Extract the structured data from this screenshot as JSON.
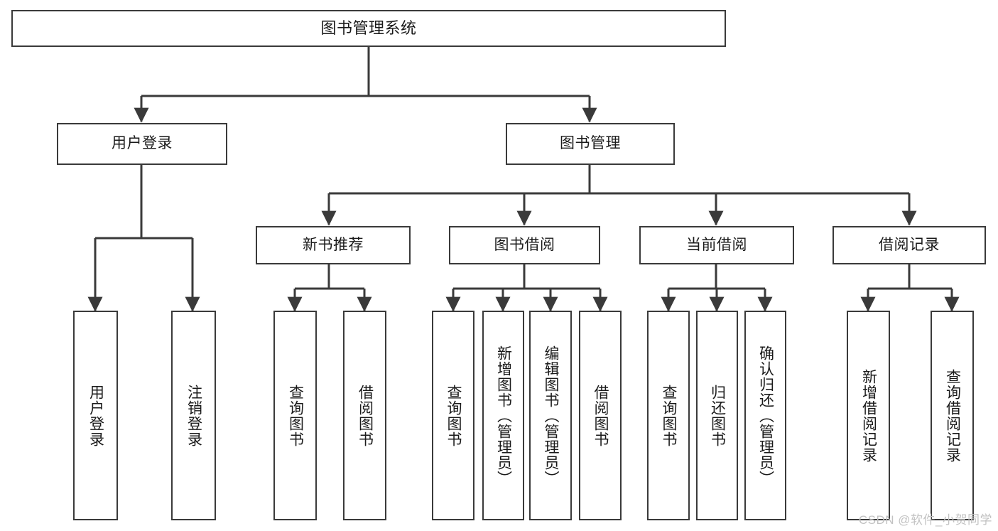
{
  "diagram": {
    "title": "图书管理系统",
    "type": "tree",
    "style": {
      "box_border_color": "#3a3a3a",
      "box_fill_color": "#ffffff",
      "line_color": "#3a3a3a",
      "text_color": "#1a1a1a",
      "background": "#ffffff",
      "watermark_color": "#c2c2c2"
    },
    "nodes": {
      "root": {
        "label": "图书管理系统"
      },
      "level2": [
        {
          "id": "user-login",
          "label": "用户登录"
        },
        {
          "id": "book-manage",
          "label": "图书管理"
        }
      ],
      "level3": [
        {
          "id": "new-book-recommend",
          "label": "新书推荐"
        },
        {
          "id": "book-borrow",
          "label": "图书借阅"
        },
        {
          "id": "current-borrow",
          "label": "当前借阅"
        },
        {
          "id": "borrow-record",
          "label": "借阅记录"
        }
      ],
      "leaves": [
        {
          "id": "leaf-user-login",
          "label": "用户登录",
          "parent": "user-login"
        },
        {
          "id": "leaf-user-logout",
          "label": "注销登录",
          "parent": "user-login"
        },
        {
          "id": "leaf-query-book-1",
          "label": "查询图书",
          "parent": "new-book-recommend"
        },
        {
          "id": "leaf-borrow-book-1",
          "label": "借阅图书",
          "parent": "new-book-recommend"
        },
        {
          "id": "leaf-query-book-2",
          "label": "查询图书",
          "parent": "book-borrow"
        },
        {
          "id": "leaf-add-book",
          "label": "新增图书（管理员）",
          "parent": "book-borrow"
        },
        {
          "id": "leaf-edit-book",
          "label": "编辑图书（管理员）",
          "parent": "book-borrow"
        },
        {
          "id": "leaf-borrow-book-2",
          "label": "借阅图书",
          "parent": "book-borrow"
        },
        {
          "id": "leaf-query-book-3",
          "label": "查询图书",
          "parent": "current-borrow"
        },
        {
          "id": "leaf-return-book",
          "label": "归还图书",
          "parent": "current-borrow"
        },
        {
          "id": "leaf-confirm-return",
          "label": "确认归还（管理员）",
          "parent": "current-borrow"
        },
        {
          "id": "leaf-add-record",
          "label": "新增借阅记录",
          "parent": "borrow-record"
        },
        {
          "id": "leaf-query-record",
          "label": "查询借阅记录",
          "parent": "borrow-record"
        }
      ]
    },
    "watermark": "CSDN @软件_小贺同学"
  }
}
